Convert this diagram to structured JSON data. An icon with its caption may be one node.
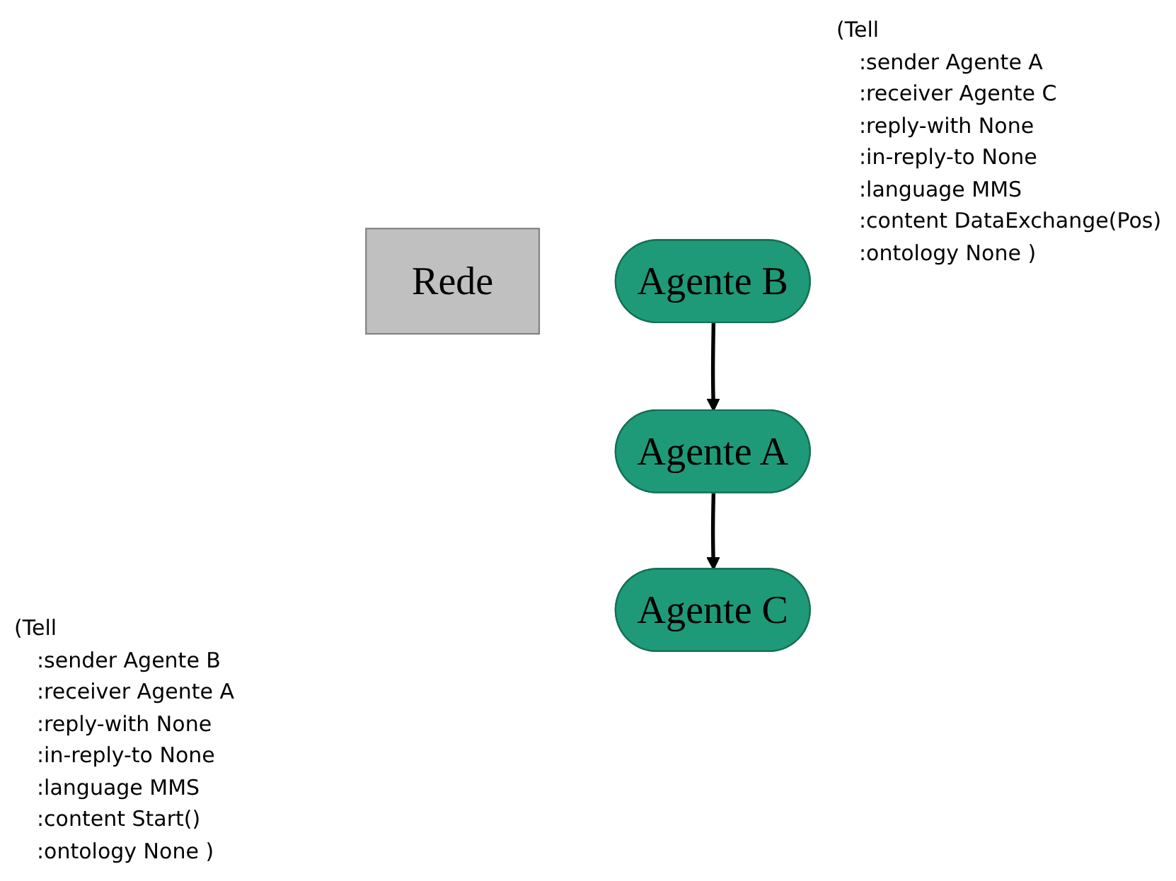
{
  "diagram": {
    "nodes": [
      {
        "text": [
          "Agente A"
        ]
      },
      {
        "text": [
          "Rede"
        ]
      },
      {
        "text": [
          "Agente B"
        ]
      },
      {
        "text": [
          "Agente C"
        ]
      }
    ],
    "edges": [
      {
        "from": 2,
        "to": 0,
        "arrow": "to"
      },
      {
        "from": 0,
        "to": 3,
        "arrow": "to"
      }
    ],
    "labels": [
      "(Tell",
      ":sender Agente A",
      ":receiver Agente C",
      ":reply-with None",
      ":in-reply-to None",
      ":language MMS",
      ":content DataExchange(Pos)",
      ":ontology None )",
      "(Tell",
      ":sender Agente B",
      ":receiver Agente A",
      ":reply-with None",
      ":in-reply-to None",
      ":language MMS",
      ":content Start()",
      ":ontology None )"
    ]
  }
}
